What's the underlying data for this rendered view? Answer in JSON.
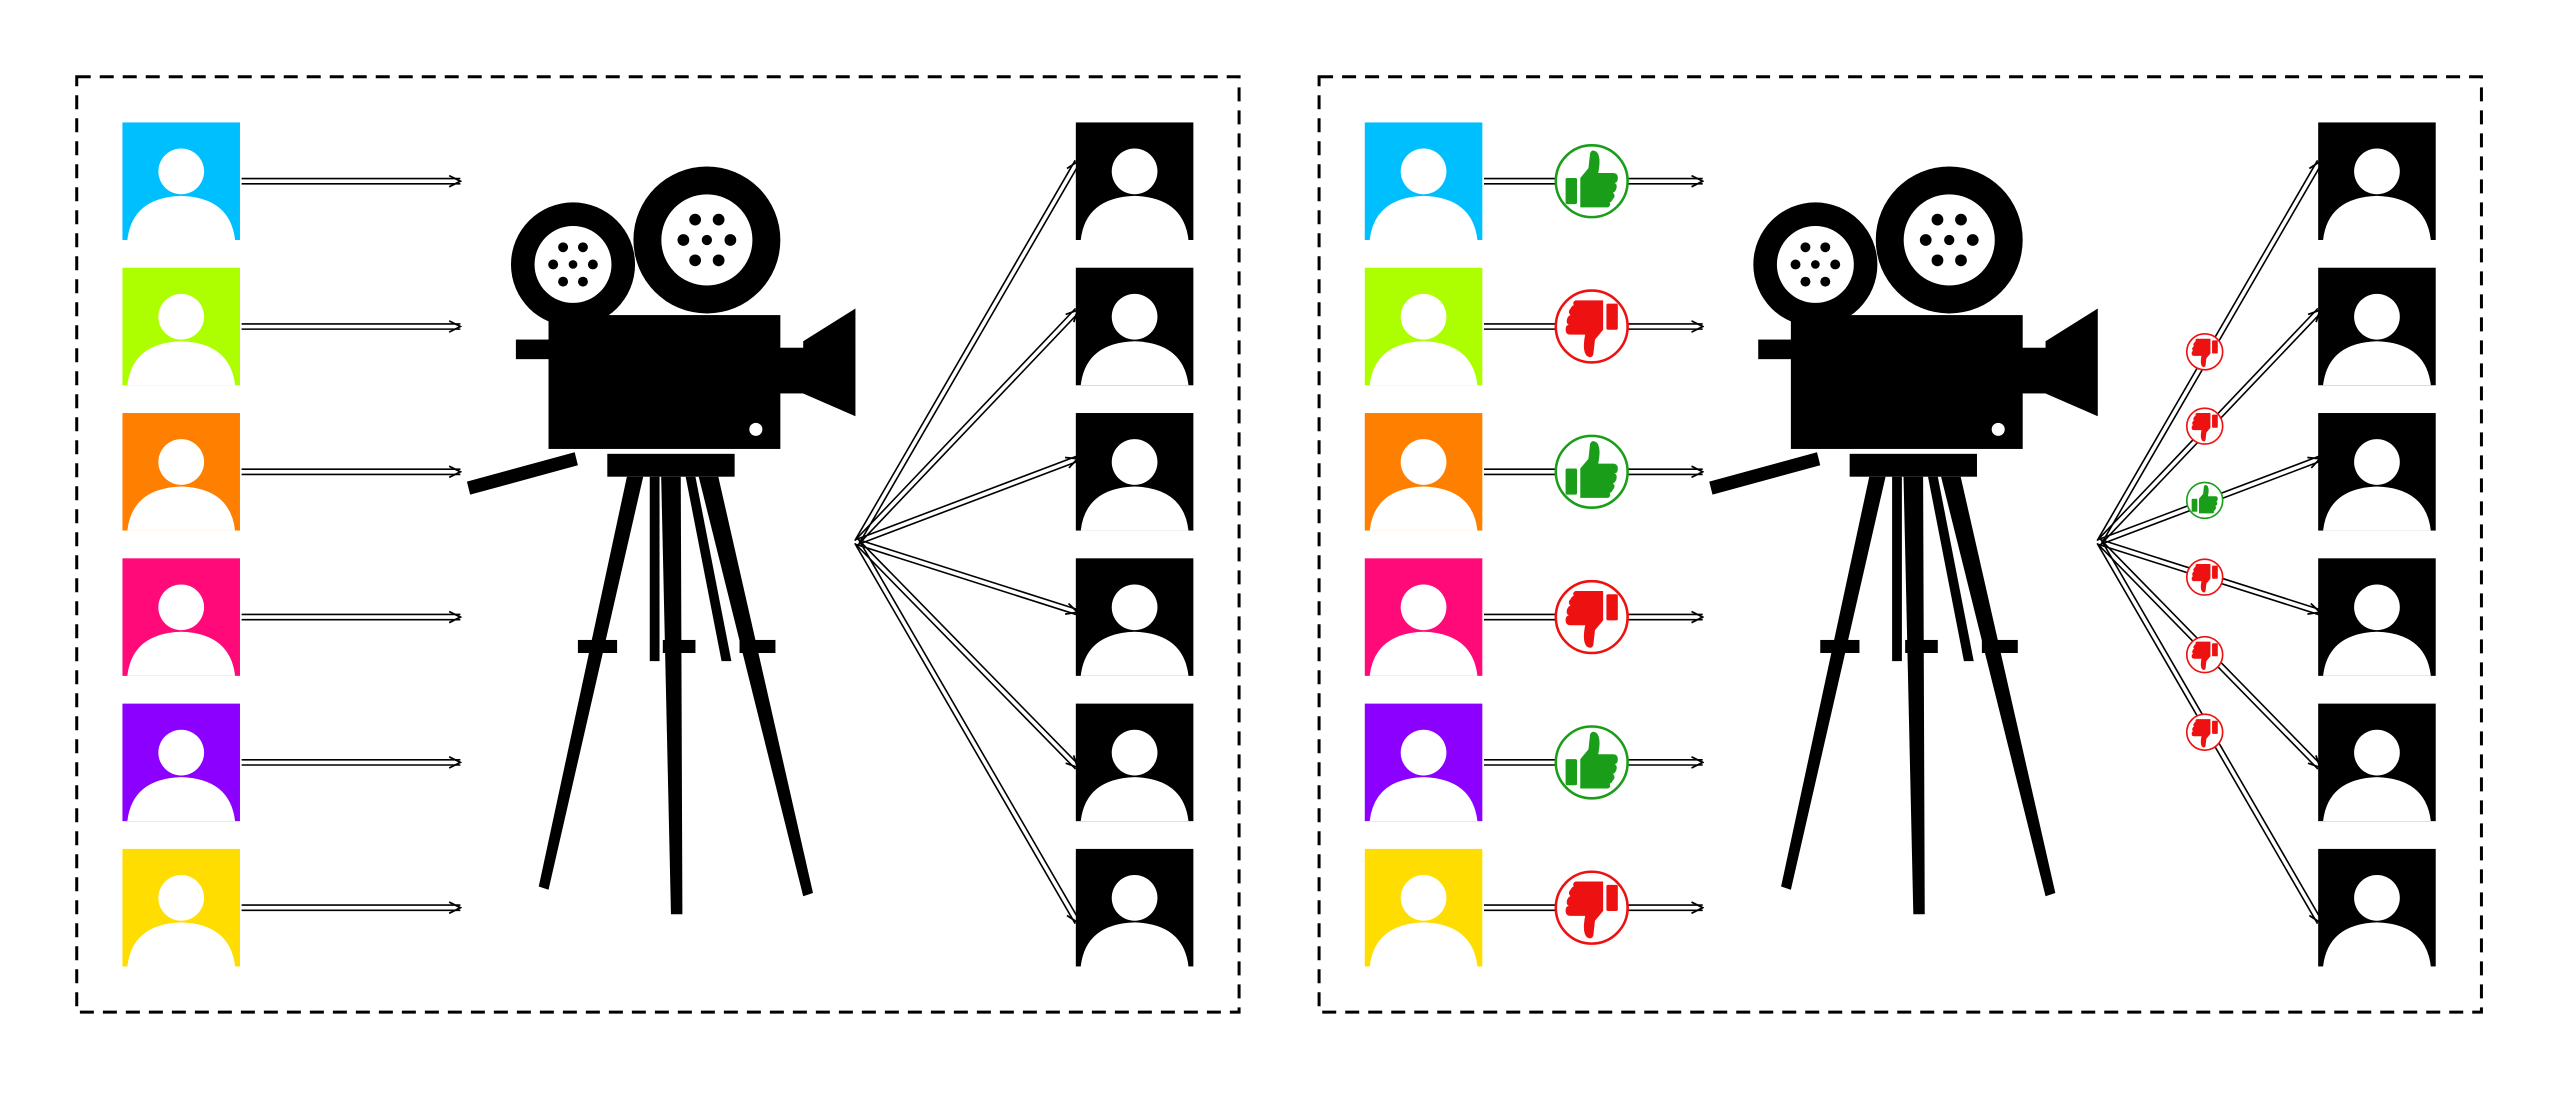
{
  "colors": {
    "frame": "#000000",
    "silhouette": "#000000",
    "thumb_up": "#1a9e1a",
    "thumb_down": "#ee1111",
    "background": "#ffffff"
  },
  "panels": [
    {
      "id": "left",
      "inputs": [
        {
          "color": "#00bfff",
          "icon": "person-icon",
          "rating": null
        },
        {
          "color": "#adff00",
          "icon": "person-icon",
          "rating": null
        },
        {
          "color": "#ff8000",
          "icon": "person-icon",
          "rating": null
        },
        {
          "color": "#ff0a78",
          "icon": "person-icon",
          "rating": null
        },
        {
          "color": "#8c00ff",
          "icon": "person-icon",
          "rating": null
        },
        {
          "color": "#ffdd00",
          "icon": "person-icon",
          "rating": null
        }
      ],
      "center_icon": "movie-camera-icon",
      "outputs": [
        {
          "icon": "person-icon",
          "rating": null
        },
        {
          "icon": "person-icon",
          "rating": null
        },
        {
          "icon": "person-icon",
          "rating": null
        },
        {
          "icon": "person-icon",
          "rating": null
        },
        {
          "icon": "person-icon",
          "rating": null
        },
        {
          "icon": "person-icon",
          "rating": null
        }
      ]
    },
    {
      "id": "right",
      "inputs": [
        {
          "color": "#00bfff",
          "icon": "person-icon",
          "rating": "up"
        },
        {
          "color": "#adff00",
          "icon": "person-icon",
          "rating": "down"
        },
        {
          "color": "#ff8000",
          "icon": "person-icon",
          "rating": "up"
        },
        {
          "color": "#ff0a78",
          "icon": "person-icon",
          "rating": "down"
        },
        {
          "color": "#8c00ff",
          "icon": "person-icon",
          "rating": "up"
        },
        {
          "color": "#ffdd00",
          "icon": "person-icon",
          "rating": "down"
        }
      ],
      "center_icon": "movie-camera-icon",
      "outputs": [
        {
          "icon": "person-icon",
          "rating": "down"
        },
        {
          "icon": "person-icon",
          "rating": "down"
        },
        {
          "icon": "person-icon",
          "rating": "up"
        },
        {
          "icon": "person-icon",
          "rating": "down"
        },
        {
          "icon": "person-icon",
          "rating": "down"
        },
        {
          "icon": "person-icon",
          "rating": "down"
        }
      ]
    }
  ]
}
